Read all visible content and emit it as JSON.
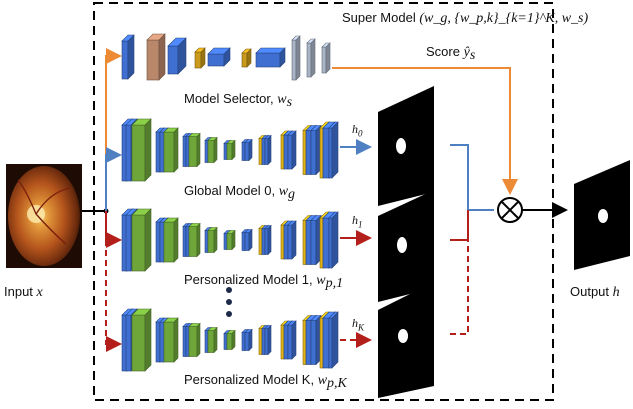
{
  "labels": {
    "super_model": "Super Model",
    "super_model_math": "(w_g, {w_p,k}_{k=1}^K, w_s)",
    "score": "Score",
    "score_sym": "ŷ",
    "score_sub": "s",
    "model_selector": "Model Selector,",
    "model_selector_w": "w",
    "model_selector_sub": "s",
    "global_model": "Global Model 0,",
    "global_model_w": "w",
    "global_model_sub": "g",
    "personalized_1": "Personalized Model 1,",
    "personalized_1_w": "w",
    "personalized_1_sub": "p,1",
    "personalized_k": "Personalized Model K,",
    "personalized_k_w": "w",
    "personalized_k_sub": "p,K",
    "input": "Input",
    "input_sym": "x",
    "output": "Output",
    "output_sym": "h",
    "h0": "h",
    "h0_sub": "0",
    "h1": "h",
    "h1_sub": "1",
    "hK": "h",
    "hK_sub": "K"
  },
  "colors": {
    "selector_line": "#ed8a35",
    "global_line": "#4f80c2",
    "personal_line": "#b3201c",
    "layer_blue": "#3f6fd0",
    "layer_green": "#6fa63a",
    "layer_yellow": "#e2b417",
    "layer_brown": "#b9876a",
    "layer_gold": "#c99a1b",
    "layer_gray": "#a9b4c6"
  }
}
